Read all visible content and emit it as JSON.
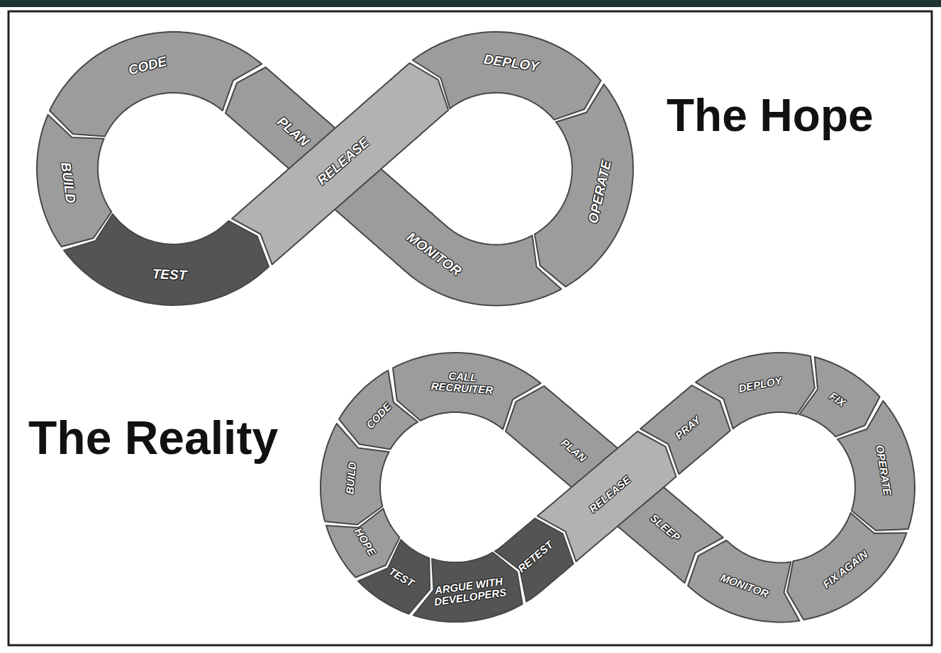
{
  "diagram": {
    "nodes": [
      {
        "text": [
          "CODE"
        ]
      },
      {
        "text": [
          "BUILD"
        ]
      },
      {
        "text": [
          "TEST"
        ]
      },
      {
        "text": [
          "RELEASE"
        ]
      },
      {
        "text": [
          "DEPLOY"
        ]
      },
      {
        "text": [
          "OPERATE"
        ]
      },
      {
        "text": [
          "MONITOR"
        ]
      },
      {
        "text": [
          "PLAN"
        ]
      },
      {
        "text": [
          "CALL RECRUITER"
        ]
      },
      {
        "text": [
          "CODE"
        ]
      },
      {
        "text": [
          "BUILD"
        ]
      },
      {
        "text": [
          "HOPE"
        ]
      },
      {
        "text": [
          "TEST"
        ]
      },
      {
        "text": [
          "ARGUE WITH DEVELOPERS"
        ]
      },
      {
        "text": [
          "RETEST"
        ]
      },
      {
        "text": [
          "RELEASE"
        ]
      },
      {
        "text": [
          "PRAY"
        ]
      },
      {
        "text": [
          "DEPLOY"
        ]
      },
      {
        "text": [
          "FIX"
        ]
      },
      {
        "text": [
          "OPERATE"
        ]
      },
      {
        "text": [
          "FIX AGAIN"
        ]
      },
      {
        "text": [
          "MONITOR"
        ]
      },
      {
        "text": [
          "SLEEP"
        ]
      },
      {
        "text": [
          "PLAN"
        ]
      }
    ],
    "labels": [
      "The Hope",
      "The Reality"
    ]
  }
}
